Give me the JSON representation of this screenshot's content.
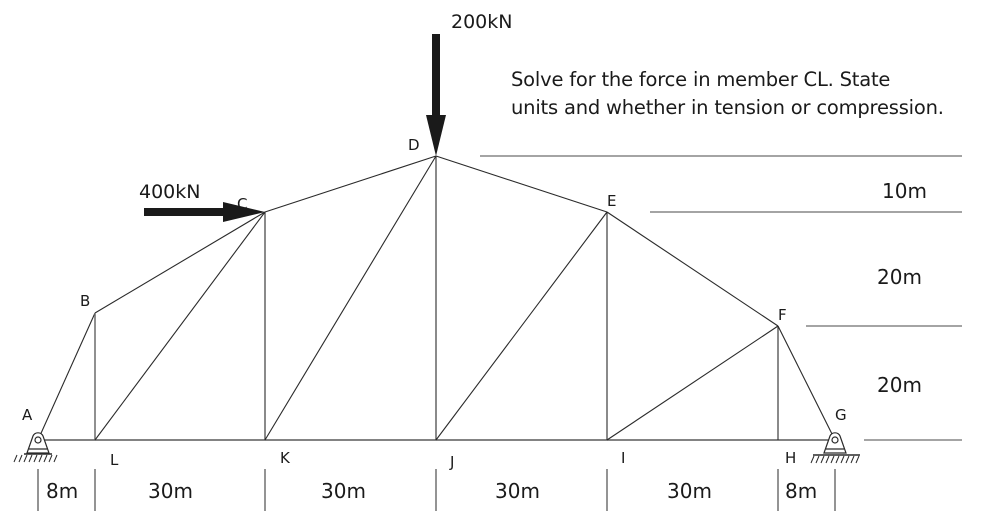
{
  "problem": {
    "line1": "Solve for the force in member CL.  State",
    "line2": "units and whether in tension or compression."
  },
  "loads": {
    "vertical": {
      "label": "200kN",
      "node": "D",
      "direction": "down"
    },
    "horizontal": {
      "label": "400kN",
      "node": "C",
      "direction": "right"
    }
  },
  "nodes": {
    "A": "A",
    "B": "B",
    "C": "C",
    "D": "D",
    "E": "E",
    "F": "F",
    "G": "G",
    "H": "H",
    "I": "I",
    "J": "J",
    "K": "K",
    "L": "L"
  },
  "members": [
    "AB",
    "BC",
    "CD",
    "DE",
    "EF",
    "FG",
    "AL",
    "LK",
    "KJ",
    "JI",
    "IH",
    "HG",
    "BL",
    "CL",
    "CK",
    "DK",
    "DJ",
    "EJ",
    "EI",
    "FI",
    "FH"
  ],
  "horizontal_dimensions": [
    "8m",
    "30m",
    "30m",
    "30m",
    "30m",
    "8m"
  ],
  "vertical_dimensions": [
    "10m",
    "20m",
    "20m"
  ],
  "supports": {
    "left": {
      "node": "A",
      "type": "pin"
    },
    "right": {
      "node": "G",
      "type": "pin"
    }
  }
}
